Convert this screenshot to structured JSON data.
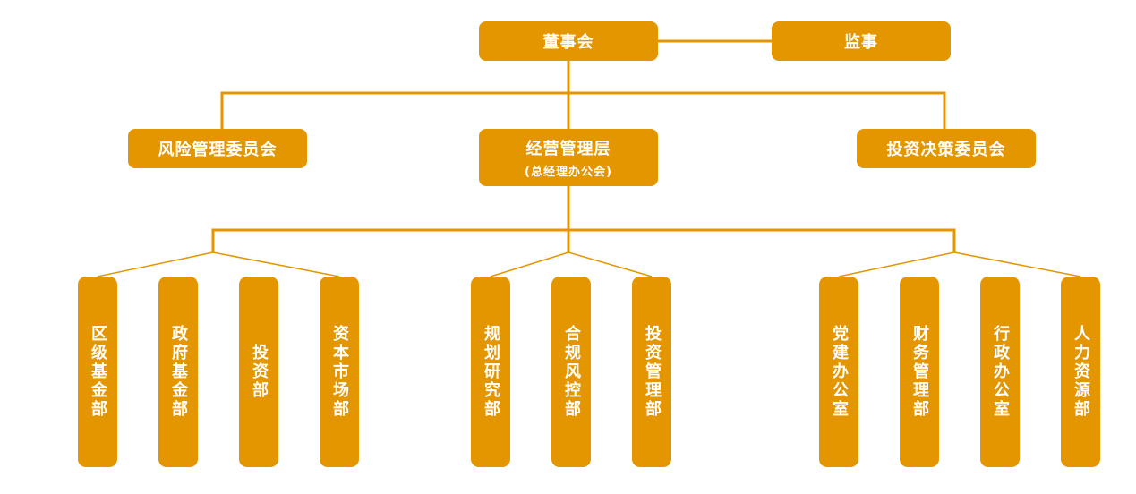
{
  "colors": {
    "box_fill": "#e39600",
    "connector": "#e39600",
    "text": "#ffffff",
    "background": "#ffffff"
  },
  "top": {
    "board": "董事会",
    "supervisor": "监事"
  },
  "committees": {
    "risk": "风险管理委员会",
    "management": "经营管理层",
    "management_sub": "(总经理办公会)",
    "investment": "投资决策委员会"
  },
  "groups": [
    {
      "departments": [
        "区级基金部",
        "政府基金部",
        "投资部",
        "资本市场部"
      ]
    },
    {
      "departments": [
        "规划研究部",
        "合规风控部",
        "投资管理部"
      ]
    },
    {
      "departments": [
        "党建办公室",
        "财务管理部",
        "行政办公室",
        "人力资源部"
      ]
    }
  ]
}
